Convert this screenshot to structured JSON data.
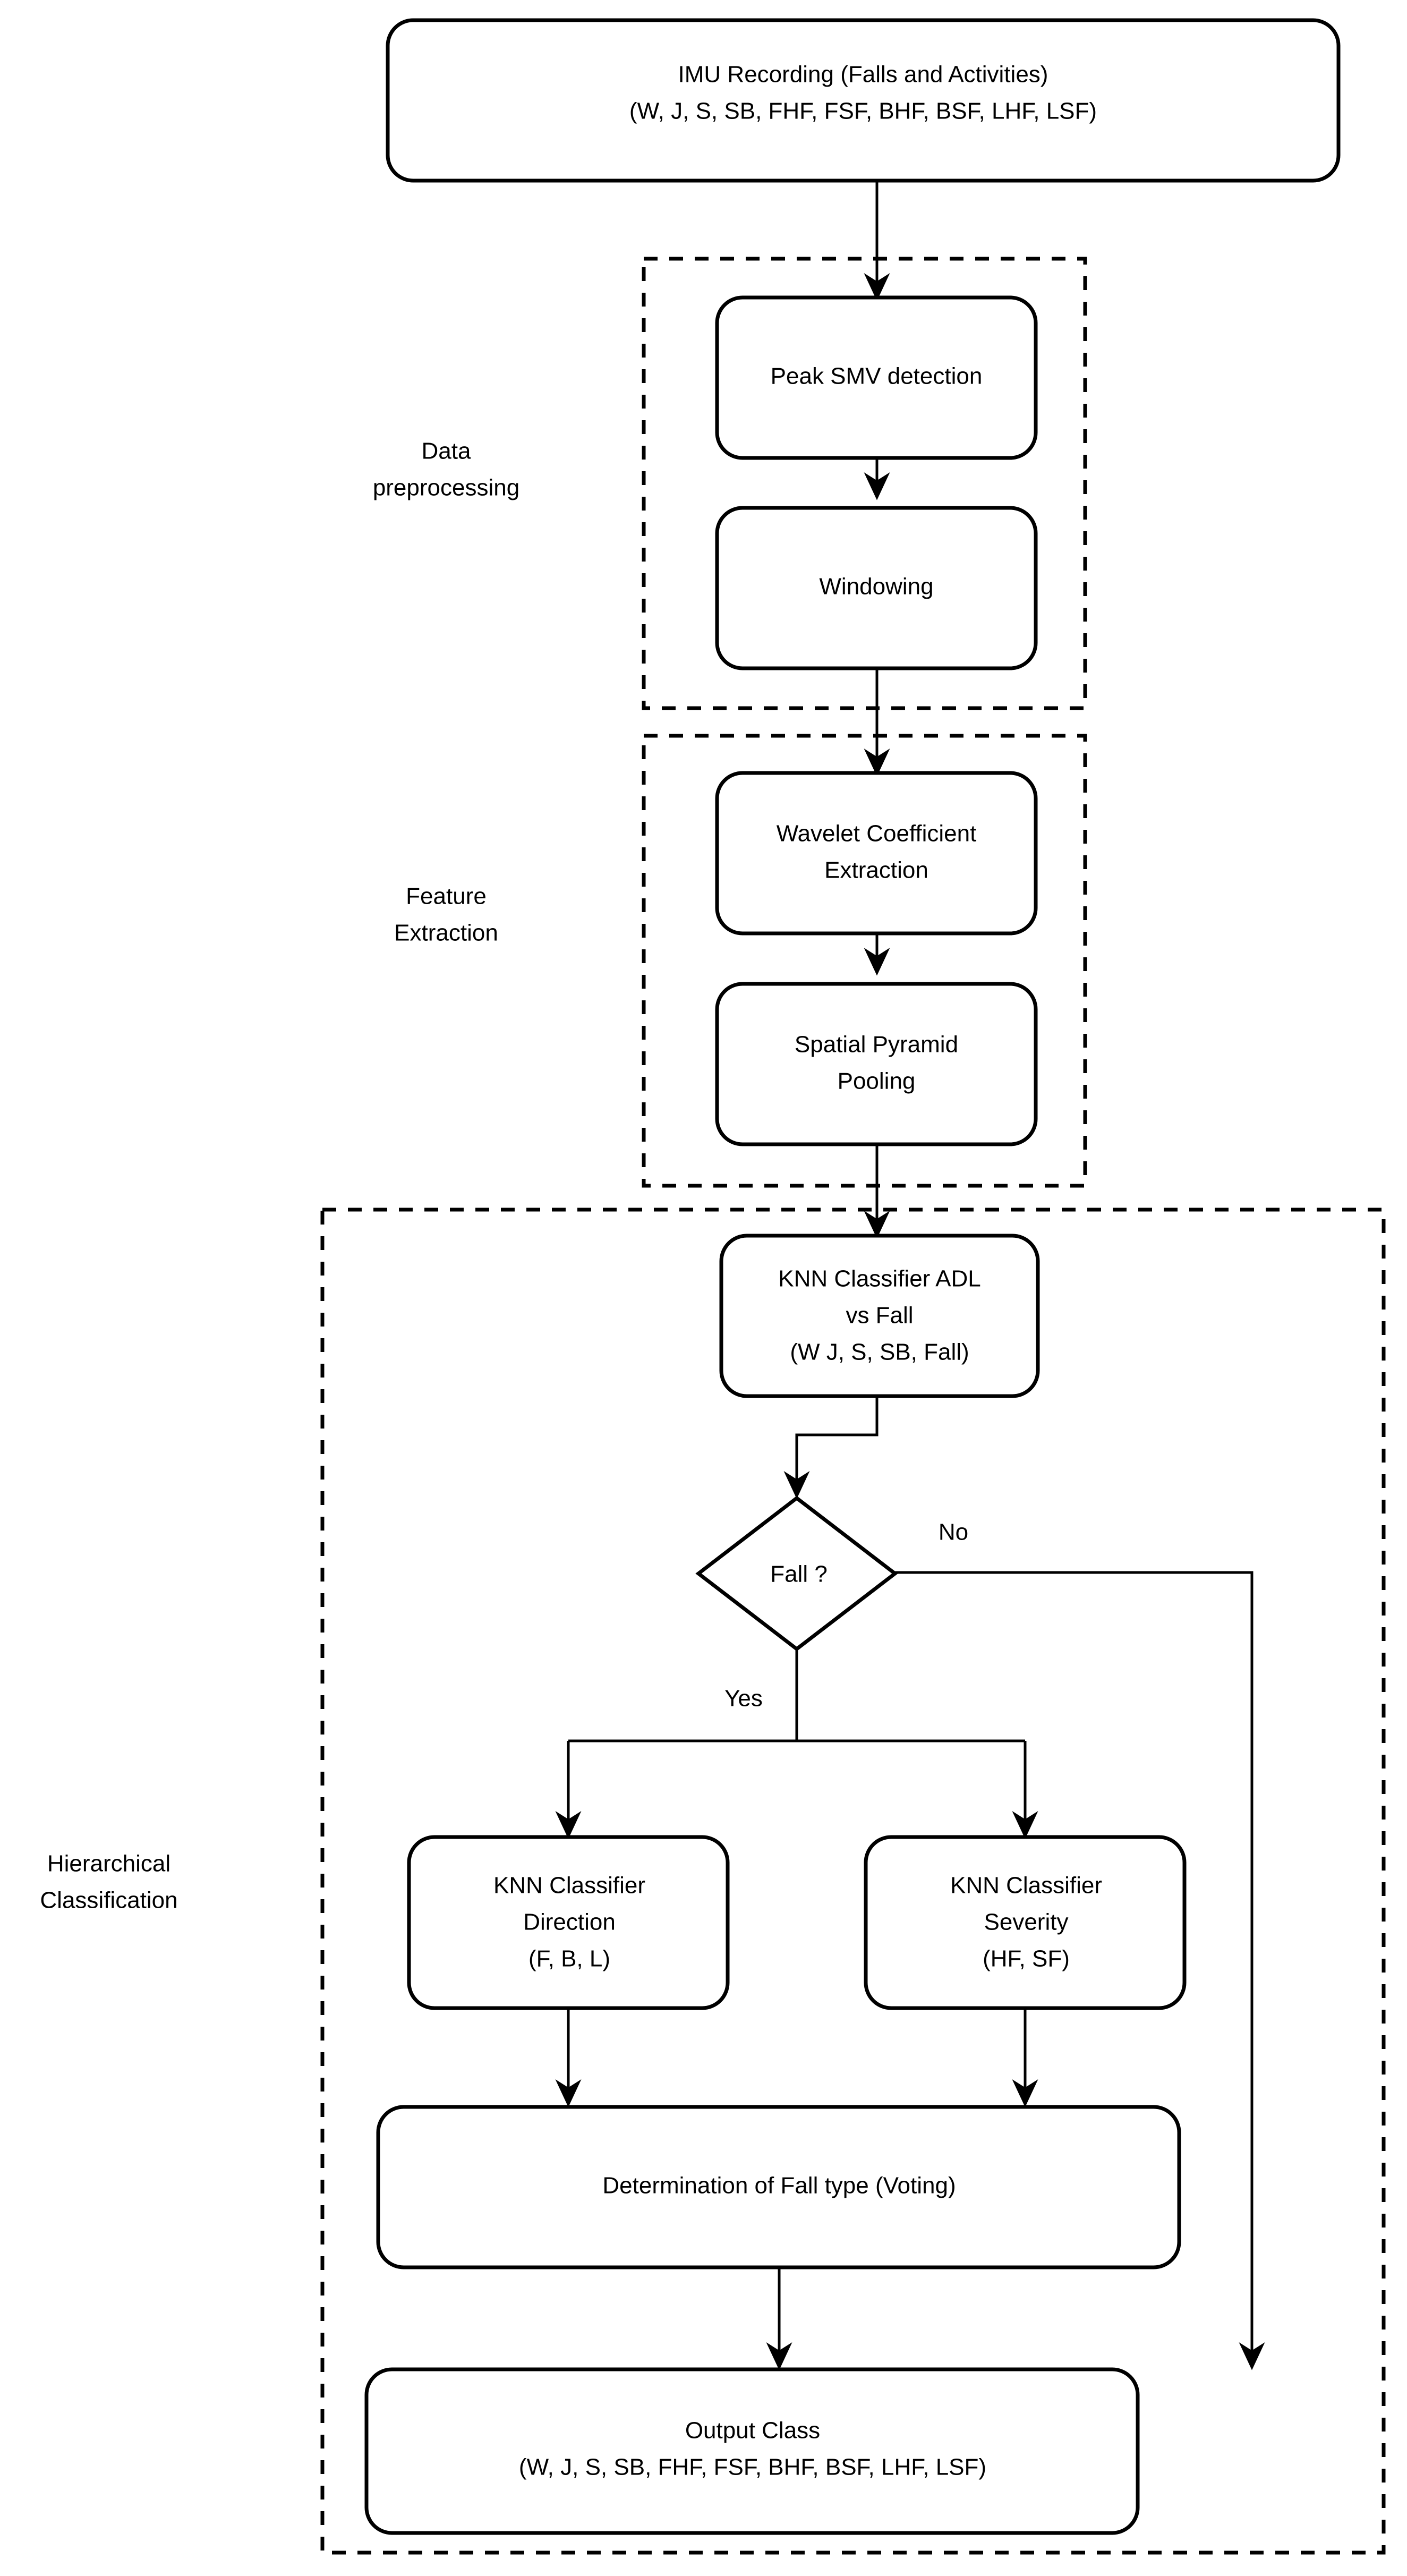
{
  "diagram": {
    "title": "Hierarchical fall detection and classification pipeline",
    "colors": {
      "background": "#ffffff",
      "stroke": "#000000",
      "text": "#000000"
    },
    "groups": [
      {
        "id": "preprocessing",
        "label_line1": "Data",
        "label_line2": "preprocessing"
      },
      {
        "id": "feature",
        "label_line1": "Feature",
        "label_line2": "Extraction"
      },
      {
        "id": "hierarchical",
        "label_line1": "Hierarchical",
        "label_line2": "Classification"
      }
    ],
    "nodes": {
      "imu": {
        "line1": "IMU Recording (Falls and Activities)",
        "line2": "(W, J, S, SB, FHF, FSF, BHF, BSF, LHF, LSF)"
      },
      "peak_smv": {
        "line1": "Peak SMV detection"
      },
      "windowing": {
        "line1": "Windowing"
      },
      "wavelet": {
        "line1": "Wavelet Coefficient",
        "line2": "Extraction"
      },
      "spp": {
        "line1": "Spatial Pyramid",
        "line2": "Pooling"
      },
      "knn_adl": {
        "line1": "KNN Classifier ADL",
        "line2": "vs Fall",
        "line3": "(W J, S, SB, Fall)"
      },
      "decision": {
        "line1": "Fall ?"
      },
      "knn_direction": {
        "line1": "KNN Classifier",
        "line2": "Direction",
        "line3": "(F, B, L)"
      },
      "knn_severity": {
        "line1": "KNN Classifier",
        "line2": "Severity",
        "line3": "(HF, SF)"
      },
      "voting": {
        "line1": "Determination of Fall type (Voting)"
      },
      "output": {
        "line1": "Output Class",
        "line2": "(W, J, S, SB, FHF, FSF, BHF, BSF, LHF, LSF)"
      }
    },
    "edge_labels": {
      "no": "No",
      "yes": "Yes"
    }
  }
}
